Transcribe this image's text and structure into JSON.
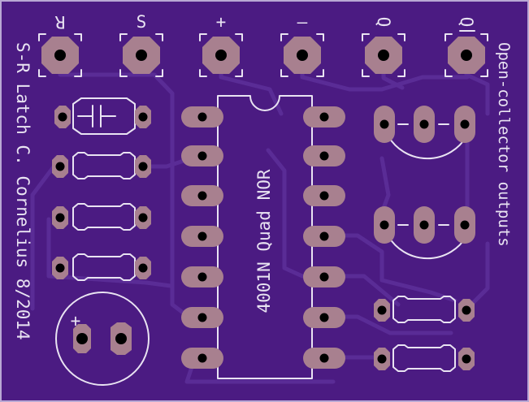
{
  "board": {
    "background_color": "#4b1b82",
    "border_color": "#b9a8d4",
    "silkscreen_color": "#e9e3f2",
    "pad_color": "#a8808f",
    "trace_color": "#5a2c96"
  },
  "header_pins": [
    {
      "label": "R",
      "name": "R"
    },
    {
      "label": "S",
      "name": "S"
    },
    {
      "label": "+",
      "name": "plus"
    },
    {
      "label": "–",
      "name": "minus"
    },
    {
      "label": "Q",
      "name": "q"
    },
    {
      "label": "Q",
      "name": "q-bar"
    }
  ],
  "left_text": "S-R Latch C. Cornelius 8/2014",
  "chip_label": "4001N Quad NOR",
  "right_text": "Open-collector outputs",
  "capacitor_polarity": "+"
}
